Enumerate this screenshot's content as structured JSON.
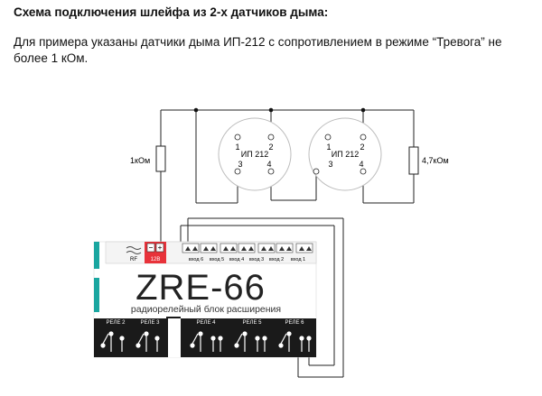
{
  "heading": "Схема подключения шлейфа из 2-х датчиков дыма:",
  "description": "Для примера указаны датчики дыма  ИП-212  с сопротивлением в режиме “Тревога” не более 1 кОм.",
  "resistor_left": "1кОм",
  "resistor_right": "4,7кОм",
  "detectors": [
    {
      "model": "ИП 212",
      "pins": [
        "1",
        "2",
        "3",
        "4"
      ]
    },
    {
      "model": "ИП 212",
      "pins": [
        "1",
        "2",
        "3",
        "4"
      ]
    }
  ],
  "module": {
    "name": "ZRE-66",
    "subtitle": "радиорелейный блок расширения",
    "rf_label": "RF",
    "power_label": "12В",
    "inputs": [
      "вход 6",
      "вход 5",
      "вход 4",
      "вход 3",
      "вход 2",
      "вход 1"
    ],
    "relays": [
      "РЕЛЕ 2",
      "РЕЛЕ 3",
      "РЕЛЕ 4",
      "РЕЛЕ 5",
      "РЕЛЕ 6"
    ]
  },
  "colors": {
    "power": "#e8323a",
    "accent": "#1aa6a0",
    "wire": "#222222",
    "module_bg": "#1a1a1a"
  }
}
